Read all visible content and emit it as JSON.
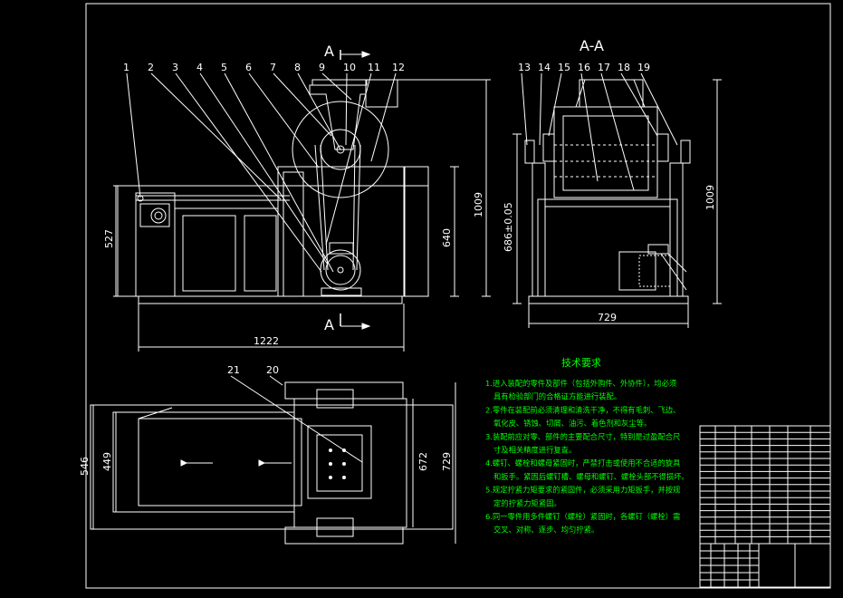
{
  "colors": {
    "background": "#000000",
    "line": "#ffffff",
    "section": "#ffffff",
    "dimension": "#ffffff",
    "notes": "#00ff00"
  },
  "section_marks": {
    "section_label": "A-A",
    "cut_label_top": "A",
    "cut_label_bottom": "A"
  },
  "callouts_front": [
    "1",
    "2",
    "3",
    "4",
    "5",
    "6",
    "7",
    "8",
    "9",
    "10",
    "11",
    "12"
  ],
  "callouts_side": [
    "13",
    "14",
    "15",
    "16",
    "17",
    "18",
    "19"
  ],
  "callouts_top": [
    "20",
    "21"
  ],
  "dimensions": {
    "front_height_left": "527",
    "front_width": "1222",
    "front_height_mid": "640",
    "front_height_right": "1009",
    "side_height_left": "686±0.05",
    "side_width": "729",
    "side_height_right": "1009",
    "top_depth_outer": "546",
    "top_depth_inner": "449",
    "top_depth_mid": "672",
    "top_depth_right": "729"
  },
  "notes": {
    "title": "技术要求",
    "items": [
      "1.进入装配的零件及部件（包括外购件、外协件），均必须",
      "具有检验部门的合格证方能进行装配。",
      "2.零件在装配前必须清理和清洗干净，不得有毛刺、飞边、",
      "氧化皮、锈蚀、切屑、油污、着色剂和灰尘等。",
      "3.装配前应对零、部件的主要配合尺寸，特别是过盈配合尺",
      "寸及相关精度进行复查。",
      "4.螺钉、螺栓和螺母紧固时，严禁打击或使用不合适的旋具",
      "和扳手。紧固后螺钉槽、螺母和螺钉、螺栓头部不得损坏。",
      "5.规定拧紧力矩要求的紧固件，必须采用力矩扳手，并按规",
      "定的拧紧力矩紧固。",
      "6.同一零件用多件螺钉（螺栓）紧固时，各螺钉（螺栓）需",
      "交叉、对称、逐步、均匀拧紧。"
    ]
  }
}
